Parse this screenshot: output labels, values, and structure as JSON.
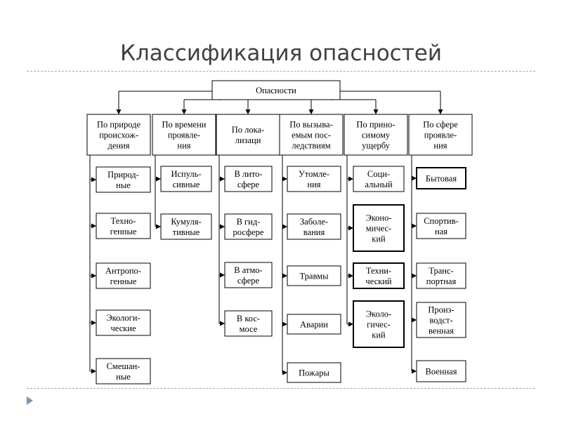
{
  "title": "Классификация опасностей",
  "root": {
    "label": [
      "Опасности"
    ]
  },
  "categories": [
    {
      "label": [
        "По природе",
        "происхож-",
        "дения"
      ],
      "items": [
        [
          "Природ-",
          "ные"
        ],
        [
          "Техно-",
          "генные"
        ],
        [
          "Антропо-",
          "генные"
        ],
        [
          "Экологи-",
          "ческие"
        ],
        [
          "Смешан-",
          "ные"
        ]
      ]
    },
    {
      "label": [
        "По времени",
        "проявле-",
        "ния"
      ],
      "items": [
        [
          "Испуль-",
          "сивные"
        ],
        [
          "Кумуля-",
          "тивные"
        ]
      ]
    },
    {
      "label": [
        "По лока-",
        "лизаци"
      ],
      "items": [
        [
          "В лито-",
          "сфере"
        ],
        [
          "В гид-",
          "росфере"
        ],
        [
          "В атмо-",
          "сфере"
        ],
        [
          "В кос-",
          "мосе"
        ]
      ]
    },
    {
      "label": [
        "По вызыва-",
        "емым пос-",
        "ледствиям"
      ],
      "items": [
        [
          "Утомле-",
          "ния"
        ],
        [
          "Заболе-",
          "вания"
        ],
        [
          "Травмы"
        ],
        [
          "Аварии"
        ],
        [
          "Пожары"
        ]
      ]
    },
    {
      "label": [
        "По прино-",
        "симому",
        "ущербу"
      ],
      "items": [
        [
          "Соци-",
          "альный"
        ],
        [
          "Эконо-",
          "мичес-",
          "кий"
        ],
        [
          "Техни-",
          "ческий"
        ],
        [
          "Эколо-",
          "гичес-",
          "кий"
        ]
      ]
    },
    {
      "label": [
        "По сфере",
        "проявле-",
        "ния"
      ],
      "items": [
        [
          "Бытовая"
        ],
        [
          "Спортив-",
          "ная"
        ],
        [
          "Транс-",
          "портная"
        ],
        [
          "Произ-",
          "водст-",
          "венная"
        ],
        [
          "Военная"
        ]
      ]
    }
  ]
}
